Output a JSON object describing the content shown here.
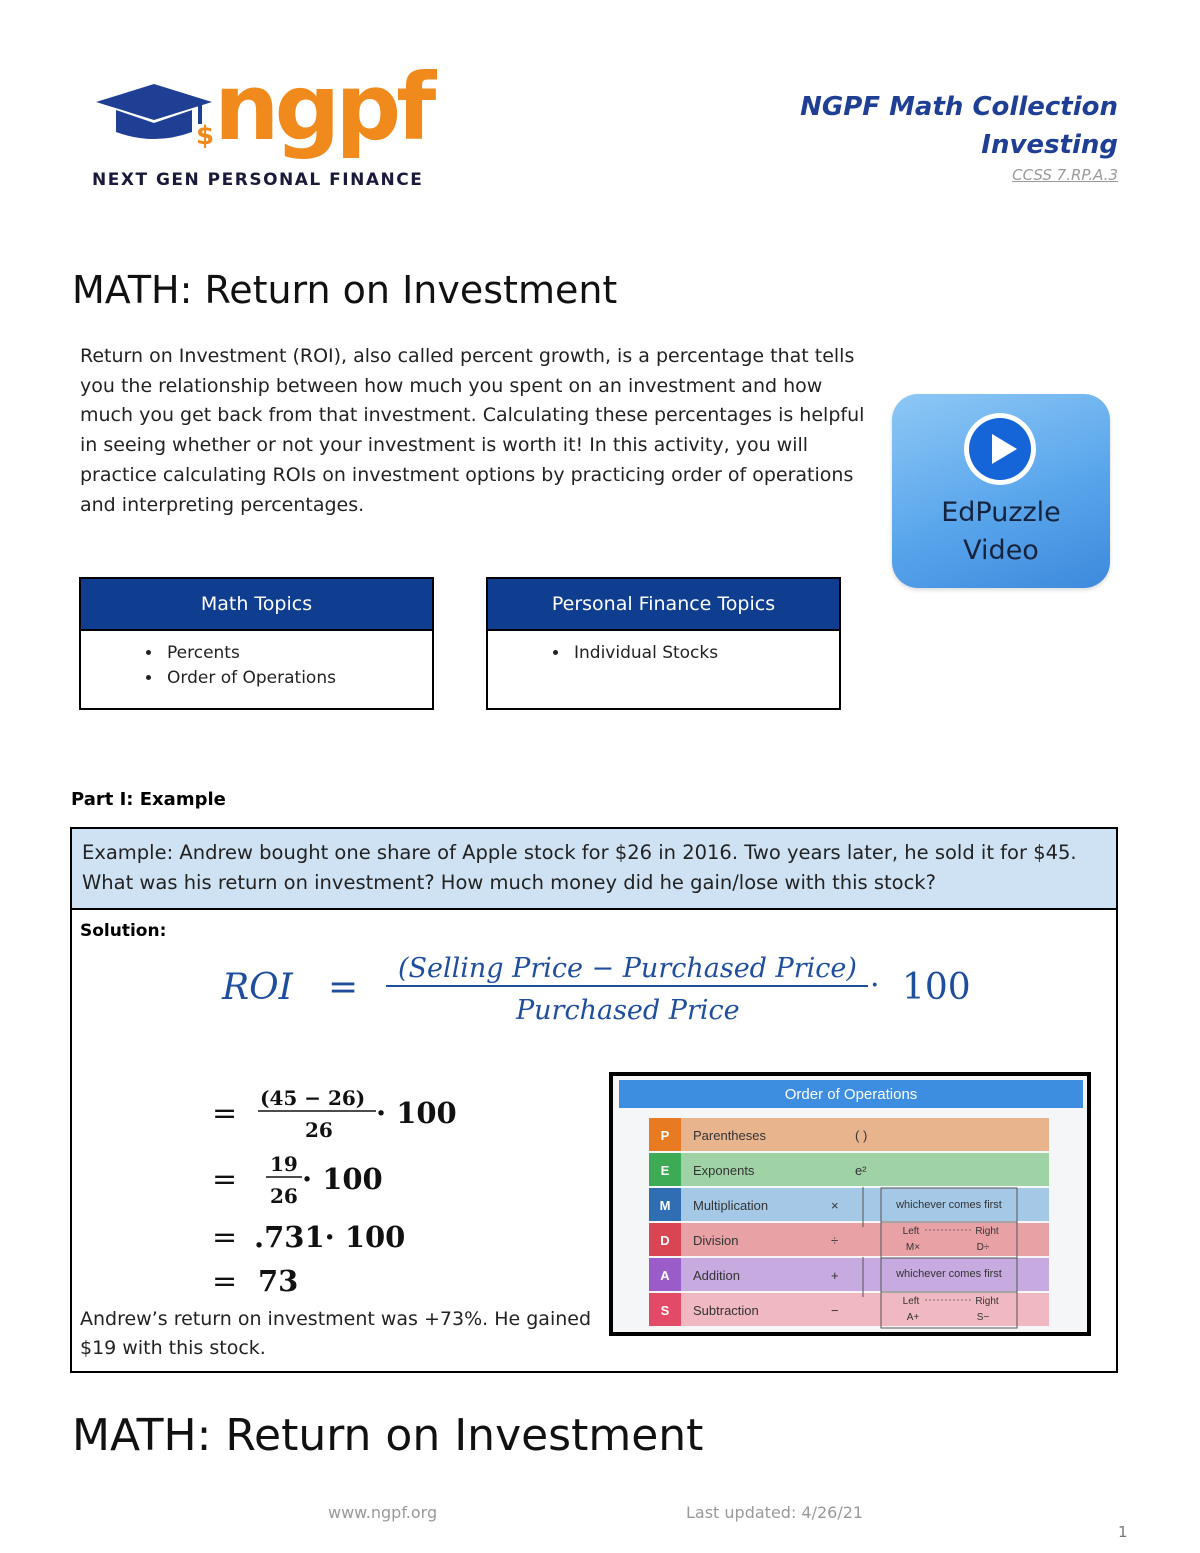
{
  "header": {
    "logo_word": "ngpf",
    "logo_tagline": "NEXT GEN PERSONAL FINANCE",
    "collection": "NGPF Math Collection",
    "unit": "Investing",
    "standard": "CCSS 7.RP.A.3"
  },
  "title": "MATH: Return on Investment",
  "intro": "Return on Investment (ROI), also called percent growth, is a percentage that tells you the relationship between how much you spent on an investment and how much you get back from that investment. Calculating these percentages is helpful in seeing whether or not your investment is worth it! In this activity, you will practice calculating ROIs on investment options by practicing order of operations and interpreting percentages.",
  "edpuzzle": {
    "line1": "EdPuzzle",
    "line2": "Video"
  },
  "math_topics": {
    "heading": "Math Topics",
    "items": [
      "Percents",
      "Order of Operations"
    ]
  },
  "finance_topics": {
    "heading": "Personal Finance Topics",
    "items": [
      "Individual Stocks"
    ]
  },
  "part1": {
    "label": "Part I: Example",
    "question": "Example: Andrew bought one share of Apple stock for $26 in 2016. Two years later, he sold it for $45. What was his return on investment? How much money did he gain/lose with this stock?",
    "solution_label": "Solution:",
    "formula": {
      "lhs": "ROI",
      "eq": "=",
      "numerator": "(Selling Price − Purchased Price)",
      "denominator": "Purchased Price",
      "dot": "·",
      "multiplier": "100"
    },
    "steps": [
      {
        "eq": "=",
        "num": "(45 − 26)",
        "den": "26",
        "tail": "·  100"
      },
      {
        "eq": "=",
        "num": "19",
        "den": "26",
        "tail": "·  100"
      },
      {
        "eq": "=",
        "text": ".731·  100"
      },
      {
        "eq": "=",
        "text": "73"
      }
    ],
    "conclusion": "Andrew’s return on investment was +73%. He gained $19 with this stock."
  },
  "pemdas": {
    "title": "Order of Operations",
    "rows": [
      {
        "letter": "P",
        "name": "Parentheses",
        "symbol": "( )",
        "color": "#e8b48e",
        "letter_color": "#e87a22"
      },
      {
        "letter": "E",
        "name": "Exponents",
        "symbol": "e²",
        "color": "#9fd3a6",
        "letter_color": "#3daa55"
      },
      {
        "letter": "M",
        "name": "Multiplication",
        "symbol": "×",
        "color": "#a5c8e6",
        "letter_color": "#2f6eb3"
      },
      {
        "letter": "D",
        "name": "Division",
        "symbol": "÷",
        "color": "#e8a2a6",
        "letter_color": "#d94552"
      },
      {
        "letter": "A",
        "name": "Addition",
        "symbol": "+",
        "color": "#c7aadf",
        "letter_color": "#9a5cc8"
      },
      {
        "letter": "S",
        "name": "Subtraction",
        "symbol": "−",
        "color": "#f0b8c0",
        "letter_color": "#e24a67"
      }
    ],
    "note": "whichever comes first",
    "left": "Left",
    "right": "Right",
    "md_left": "M×",
    "md_right": "D÷",
    "as_left": "A+",
    "as_right": "S−"
  },
  "repeat_title": "MATH: Return on Investment",
  "footer": {
    "url": "www.ngpf.org",
    "updated": "Last updated: 4/26/21",
    "page": "1"
  }
}
